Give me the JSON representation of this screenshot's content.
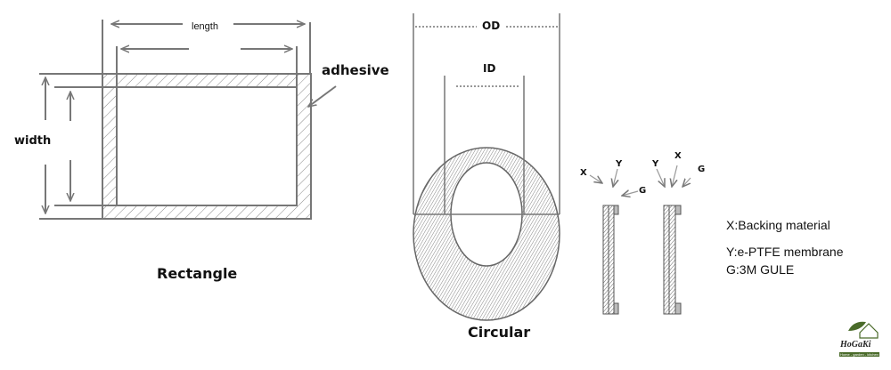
{
  "rectangle": {
    "title": "Rectangle",
    "length_label": "length",
    "width_label": "width",
    "adhesive_label": "adhesive"
  },
  "circular": {
    "title": "Circular",
    "od_label": "OD",
    "id_label": "ID"
  },
  "layers": {
    "left": {
      "x": "X",
      "y": "Y",
      "g": "G"
    },
    "right": {
      "y": "Y",
      "x": "X",
      "g": "G"
    },
    "legend": [
      "X:Backing material",
      "Y:e-PTFE membrane",
      "G:3M GULE"
    ]
  },
  "logo": {
    "name": "HoGaKi",
    "tagline": "Home - garden - kitchen"
  },
  "colors": {
    "line": "#777777",
    "text": "#111111",
    "logo_green": "#4a6b2a"
  }
}
